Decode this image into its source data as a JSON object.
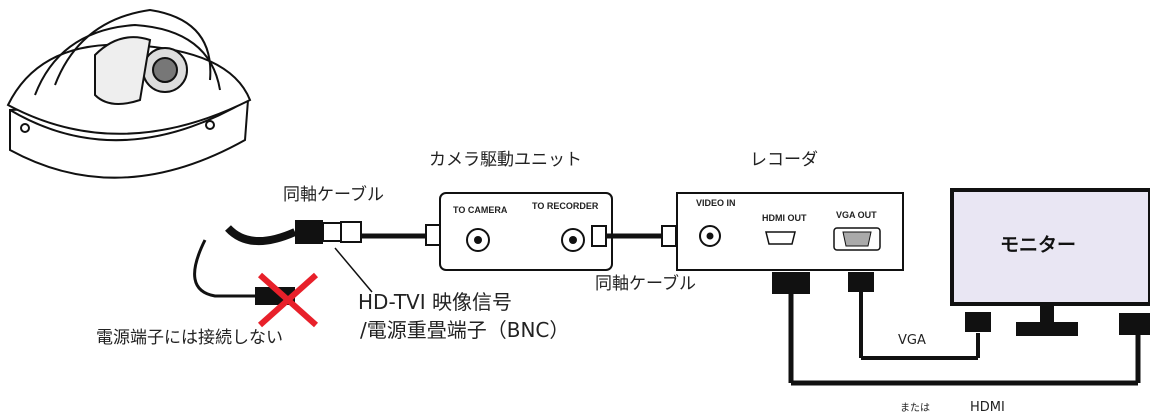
{
  "labels": {
    "coax_cable_top": "同軸ケーブル",
    "coax_cable_bottom": "同軸ケーブル",
    "camera_drive_unit": "カメラ駆動ユニット",
    "recorder": "レコーダ",
    "monitor": "モニター",
    "hdtvi_signal_line1": "HD-TVI 映像信号",
    "hdtvi_signal_line2": "/電源重畳端子（BNC）",
    "no_power_connect": "電源端子には接続しない",
    "vga": "VGA",
    "or": "または",
    "hdmi": "HDMI"
  },
  "ports": {
    "to_camera": "TO CAMERA",
    "to_recorder": "TO RECORDER",
    "video_in": "VIDEO IN",
    "hdmi_out": "HDMI OUT",
    "vga_out": "VGA OUT"
  },
  "colors": {
    "cross": "#e8202a",
    "monitor_fill": "#e9e6f3",
    "line": "#111111"
  }
}
